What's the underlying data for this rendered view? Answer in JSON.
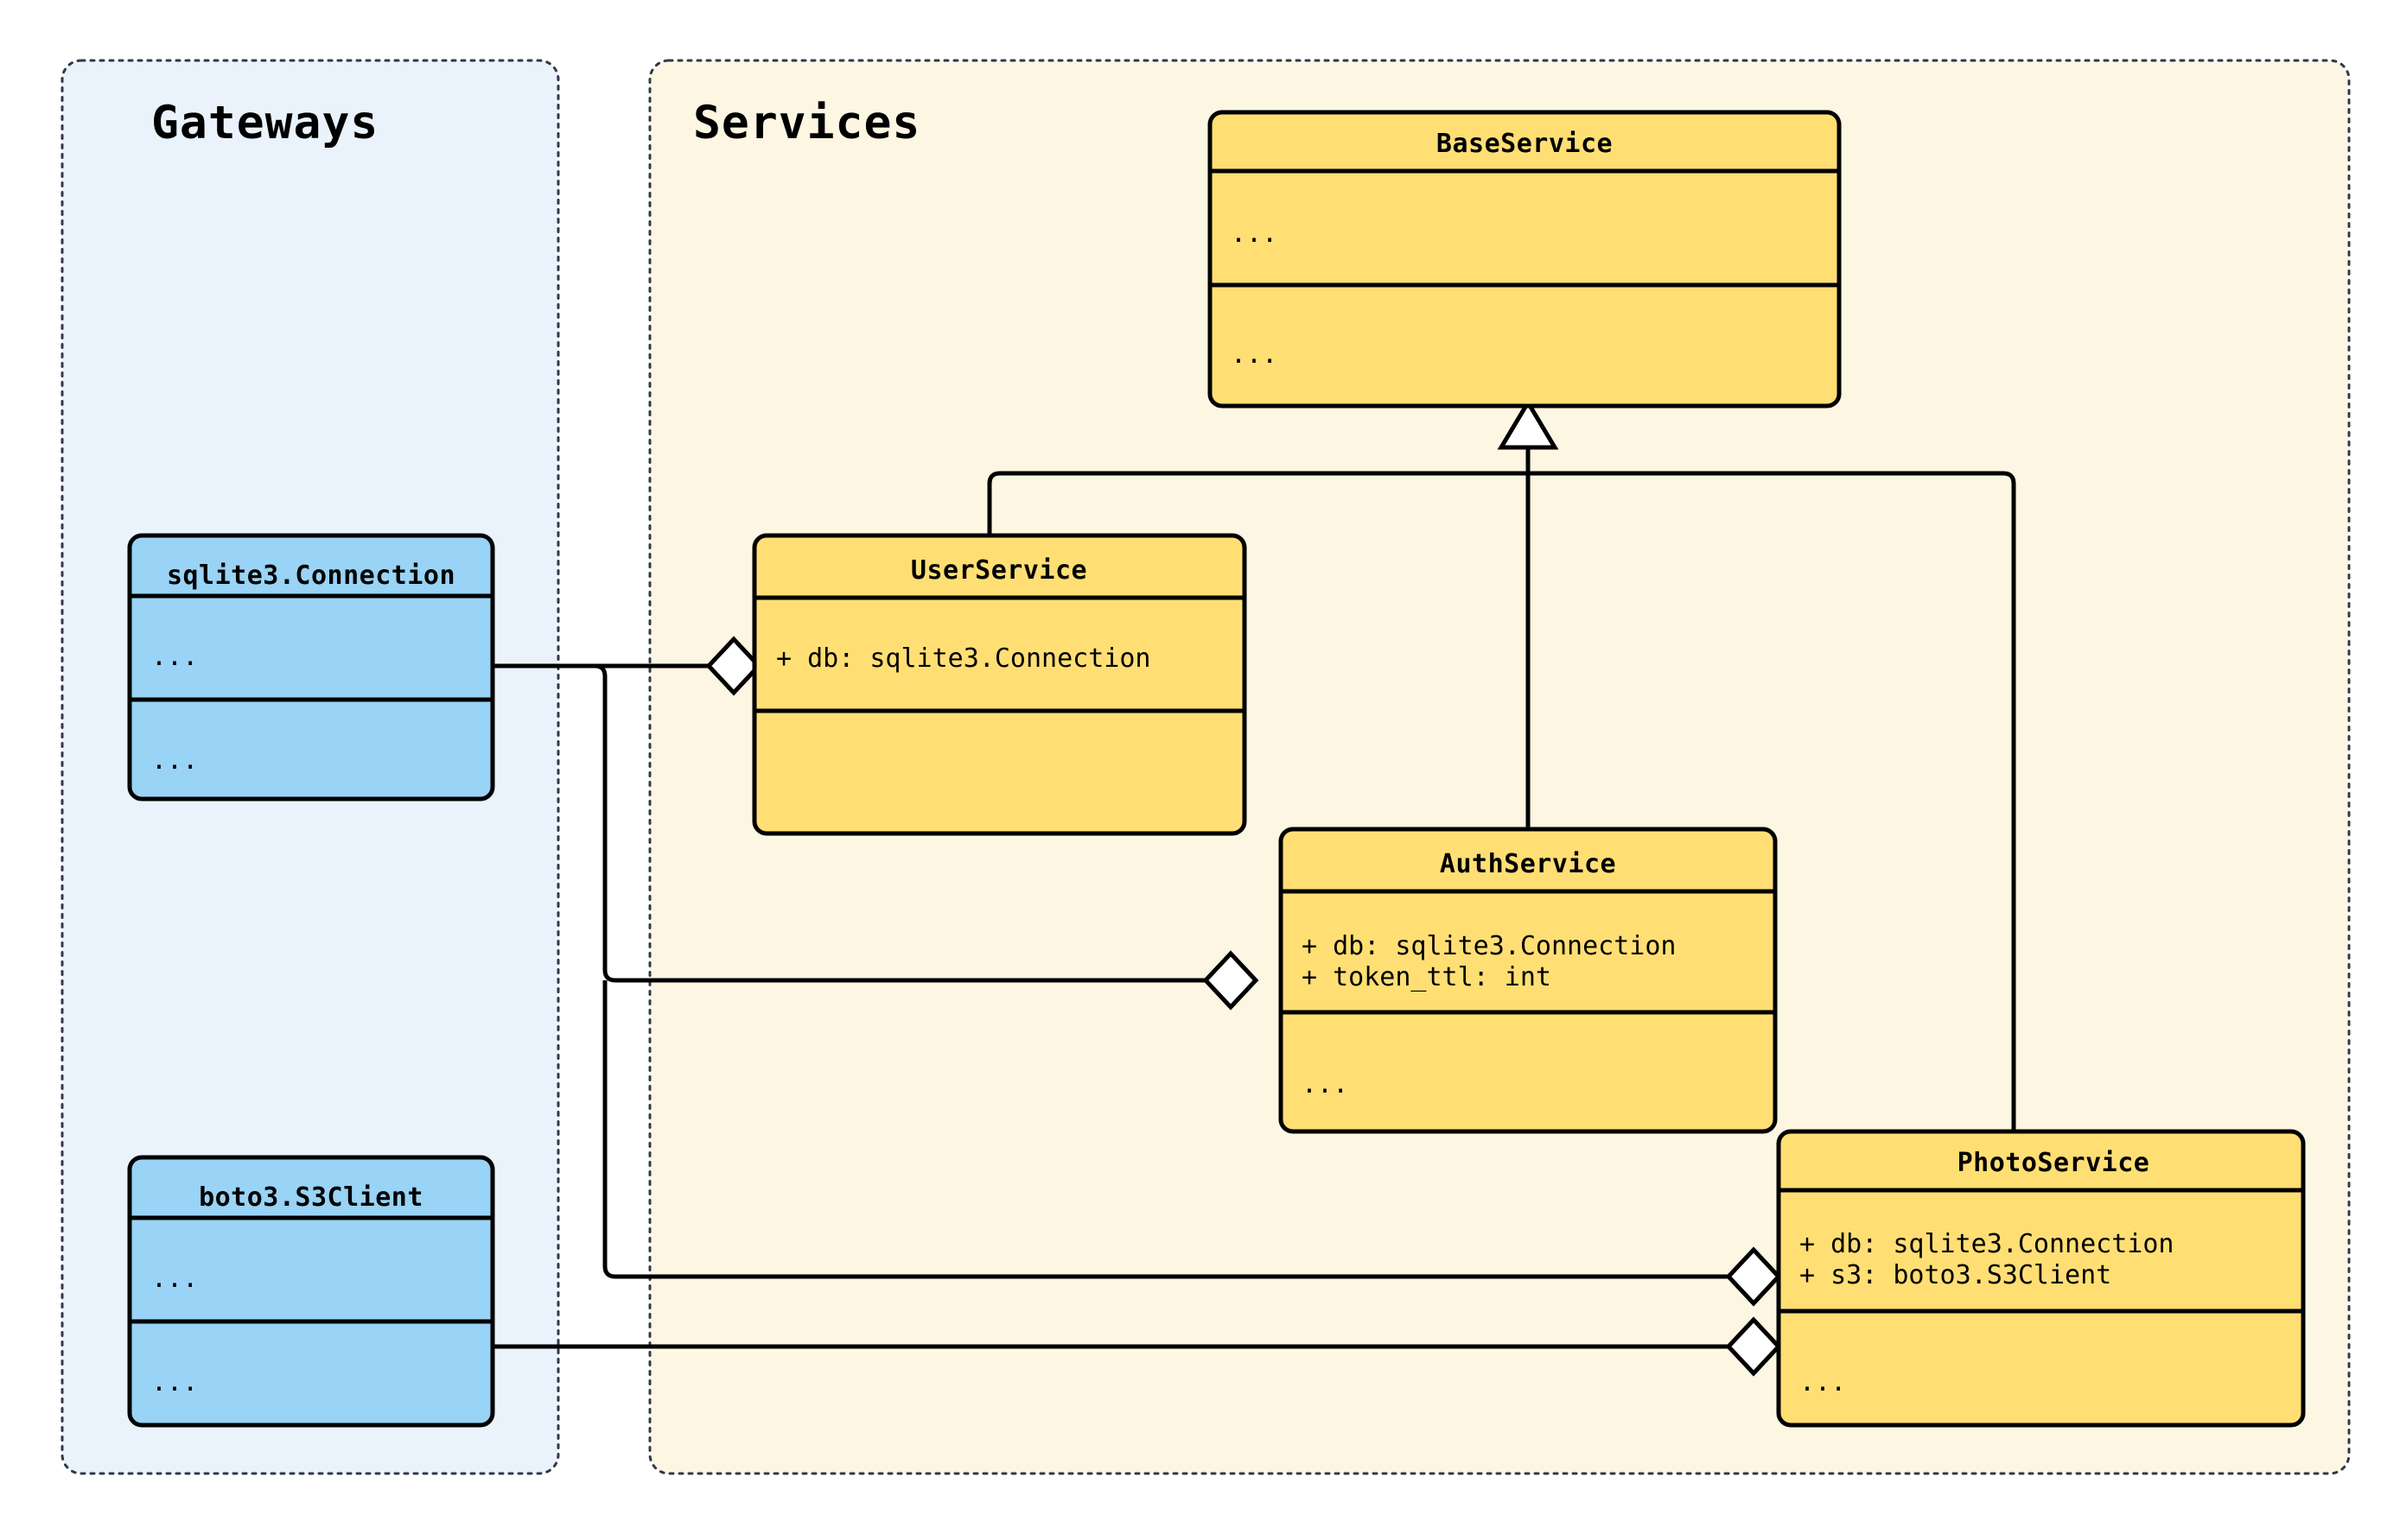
{
  "diagram": {
    "kind": "uml-class-diagram",
    "colors": {
      "page_background": "#ffffff",
      "gateway_package_fill": "#eaf3fc",
      "service_package_fill": "#fdf6e3",
      "gateway_class_fill": "#99d3f5",
      "service_class_fill": "#ffdf74",
      "stroke": "#000000",
      "package_border": "#31394a",
      "marker_fill": "#ffffff"
    },
    "packages": [
      {
        "id": "gateways",
        "title": "Gateways"
      },
      {
        "id": "services",
        "title": "Services"
      }
    ],
    "classes": [
      {
        "id": "sqlite3-connection",
        "name": "sqlite3.Connection",
        "package": "gateways",
        "attributes": [
          "..."
        ],
        "methods": [
          "..."
        ]
      },
      {
        "id": "boto3-s3client",
        "name": "boto3.S3Client",
        "package": "gateways",
        "attributes": [
          "..."
        ],
        "methods": [
          "..."
        ]
      },
      {
        "id": "base-service",
        "name": "BaseService",
        "package": "services",
        "attributes": [
          "..."
        ],
        "methods": [
          "..."
        ]
      },
      {
        "id": "user-service",
        "name": "UserService",
        "package": "services",
        "attributes": [
          "+ db: sqlite3.Connection"
        ],
        "methods": [
          ""
        ]
      },
      {
        "id": "auth-service",
        "name": "AuthService",
        "package": "services",
        "attributes": [
          "+ db: sqlite3.Connection",
          "+ token_ttl: int"
        ],
        "methods": [
          "..."
        ]
      },
      {
        "id": "photo-service",
        "name": "PhotoService",
        "package": "services",
        "attributes": [
          "+ db: sqlite3.Connection",
          "+ s3: boto3.S3Client"
        ],
        "methods": [
          "..."
        ]
      }
    ],
    "relations": [
      {
        "type": "inheritance",
        "from": "user-service",
        "to": "base-service"
      },
      {
        "type": "inheritance",
        "from": "auth-service",
        "to": "base-service"
      },
      {
        "type": "inheritance",
        "from": "photo-service",
        "to": "base-service"
      },
      {
        "type": "aggregation",
        "from": "sqlite3-connection",
        "to": "user-service"
      },
      {
        "type": "aggregation",
        "from": "sqlite3-connection",
        "to": "auth-service"
      },
      {
        "type": "aggregation",
        "from": "sqlite3-connection",
        "to": "photo-service"
      },
      {
        "type": "aggregation",
        "from": "boto3-s3client",
        "to": "photo-service"
      }
    ]
  }
}
